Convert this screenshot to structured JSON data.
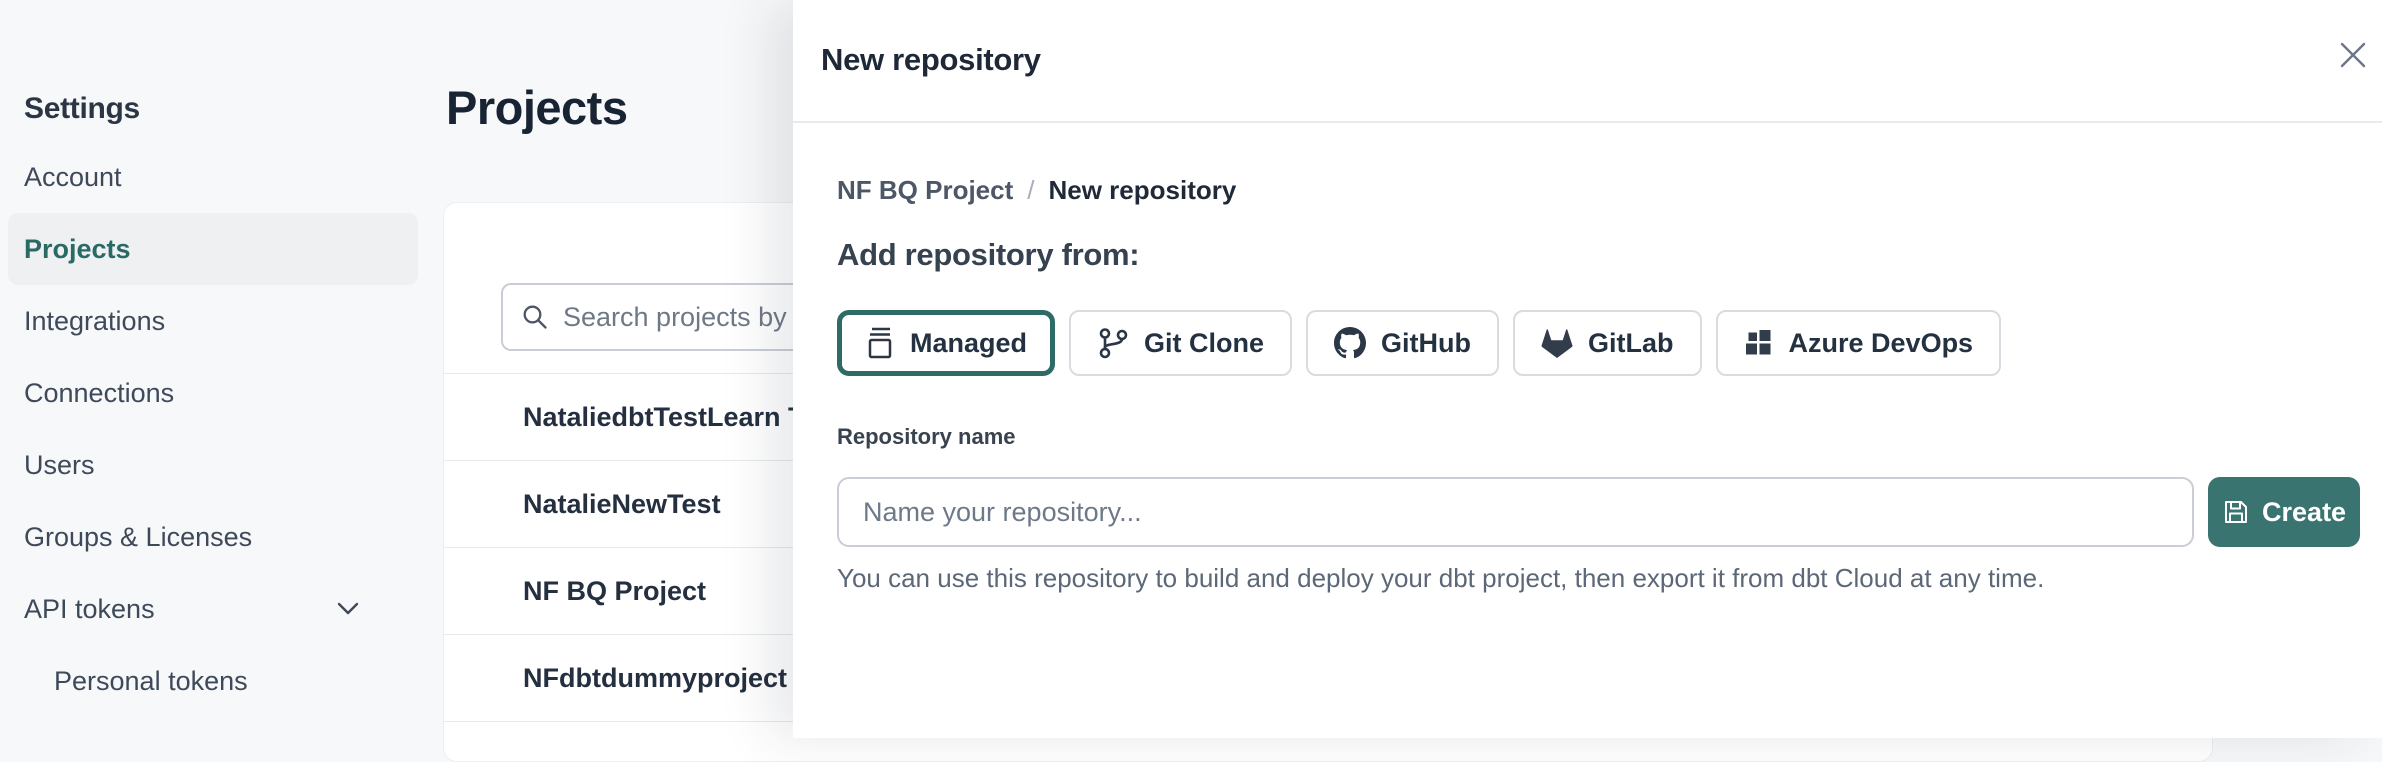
{
  "colors": {
    "accent_teal_border": "#2e6b66",
    "accent_teal_button": "#3a7470",
    "selected_nav_text": "#2a6a65",
    "page_background": "#f7f8f9"
  },
  "sidebar": {
    "title": "Settings",
    "items": [
      {
        "label": "Account"
      },
      {
        "label": "Projects",
        "selected": true
      },
      {
        "label": "Integrations"
      },
      {
        "label": "Connections"
      },
      {
        "label": "Users"
      },
      {
        "label": "Groups & Licenses"
      },
      {
        "label": "API tokens",
        "chevron": "chevron-down-icon"
      },
      {
        "label": "Personal tokens",
        "indent": true
      }
    ]
  },
  "main": {
    "title": "Projects",
    "search": {
      "placeholder": "Search projects by name",
      "icon": "search-icon"
    },
    "projects": [
      {
        "name": "NataliedbtTestLearn T"
      },
      {
        "name": "NatalieNewTest"
      },
      {
        "name": "NF BQ Project"
      },
      {
        "name": "NFdbtdummyproject"
      }
    ]
  },
  "modal": {
    "title": "New repository",
    "close_icon": "close-icon",
    "breadcrumb": {
      "parent": "NF BQ Project",
      "separator": "/",
      "current": "New repository"
    },
    "section_heading": "Add repository from:",
    "source_options": [
      {
        "label": "Managed",
        "icon": "managed-repo-icon",
        "selected": true
      },
      {
        "label": "Git Clone",
        "icon": "git-branch-icon"
      },
      {
        "label": "GitHub",
        "icon": "github-icon"
      },
      {
        "label": "GitLab",
        "icon": "gitlab-icon"
      },
      {
        "label": "Azure DevOps",
        "icon": "azure-devops-icon"
      }
    ],
    "form": {
      "name_label": "Repository name",
      "name_placeholder": "Name your repository...",
      "create_label": "Create",
      "create_icon": "save-icon"
    },
    "helper_text": "You can use this repository to build and deploy your dbt project, then export it from dbt Cloud at any time."
  }
}
